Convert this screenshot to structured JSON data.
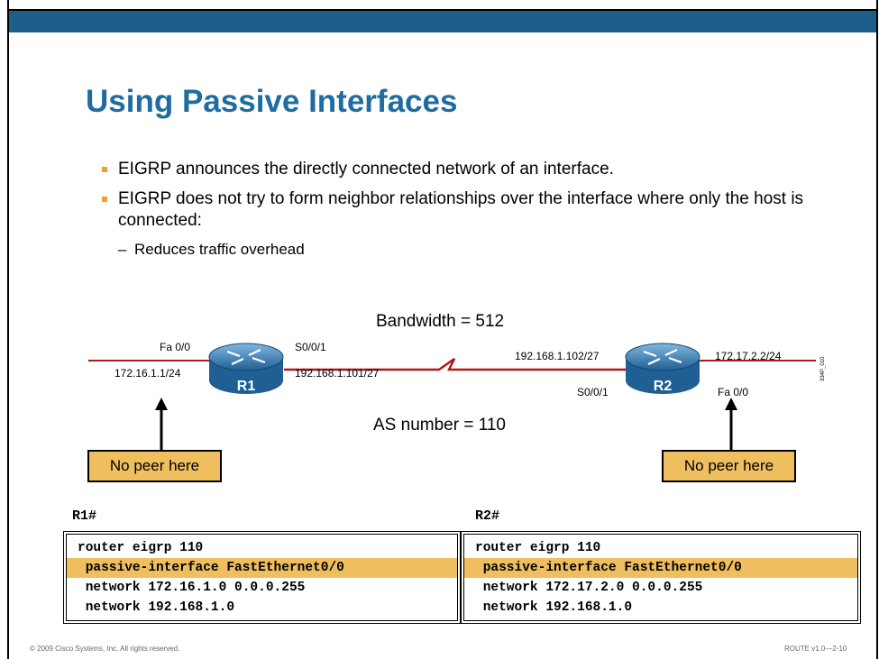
{
  "title": "Using Passive Interfaces",
  "bullets": [
    "EIGRP announces the directly connected network of an interface.",
    "EIGRP does not try to form neighbor relationships over the interface where only the host is connected:"
  ],
  "sub_bullets": [
    "Reduces traffic overhead"
  ],
  "sub_bullet_marker": "–",
  "diagram": {
    "bandwidth_label": "Bandwidth = 512",
    "as_label": "AS number = 110",
    "r1": {
      "name": "R1",
      "fa_interface": "Fa 0/0",
      "fa_address": "172.16.1.1/24",
      "serial_interface": "S0/0/1",
      "serial_address": "192.168.1.101/27"
    },
    "r2": {
      "name": "R2",
      "serial_address": "192.168.1.102/27",
      "serial_interface": "S0/0/1",
      "fa_address": "172.17.2.2/24",
      "fa_interface": "Fa 0/0"
    },
    "figure_id": "334P_010",
    "callouts": [
      "No peer here",
      "No peer here"
    ],
    "link_color": "#b01818",
    "router_color": "#2f7fb8"
  },
  "configs": [
    {
      "prompt": "R1#",
      "lines": [
        "router eigrp 110",
        " passive-interface FastEthernet0/0",
        " network 172.16.1.0 0.0.0.255",
        " network 192.168.1.0"
      ],
      "highlight_line": 1
    },
    {
      "prompt": "R2#",
      "lines": [
        "router eigrp 110",
        " passive-interface FastEthernet0/0",
        " network 172.17.2.0 0.0.0.255",
        " network 192.168.1.0"
      ],
      "highlight_line": 1
    }
  ],
  "footer": {
    "copyright": "© 2009 Cisco Systems, Inc. All rights reserved.",
    "course": "ROUTE v1.0—2-10"
  },
  "colors": {
    "title": "#1f6da0",
    "top_bar": "#1d5f8a",
    "highlight": "#efbe5f",
    "bullet": "#f0a030"
  }
}
